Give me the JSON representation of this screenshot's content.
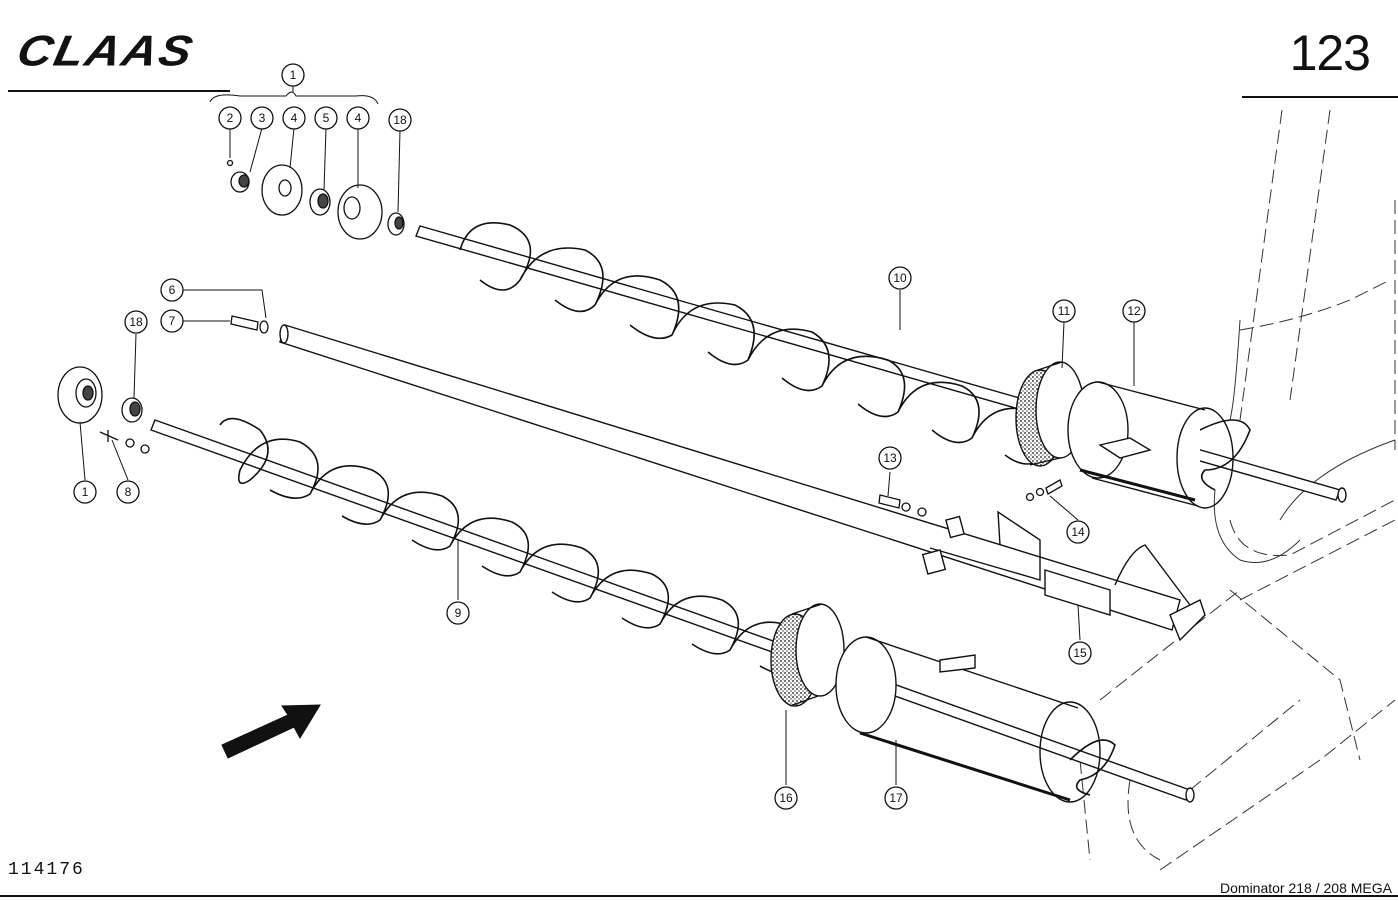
{
  "header": {
    "brand": "CLAAS",
    "page_number": "123"
  },
  "footer": {
    "drawing_number": "114176",
    "model": "Dominator 218 / 208 MEGA"
  },
  "callouts": [
    "1",
    "2",
    "3",
    "4",
    "5",
    "4",
    "18",
    "6",
    "7",
    "18",
    "1",
    "8",
    "10",
    "11",
    "12",
    "13",
    "14",
    "15",
    "9",
    "16",
    "17"
  ]
}
